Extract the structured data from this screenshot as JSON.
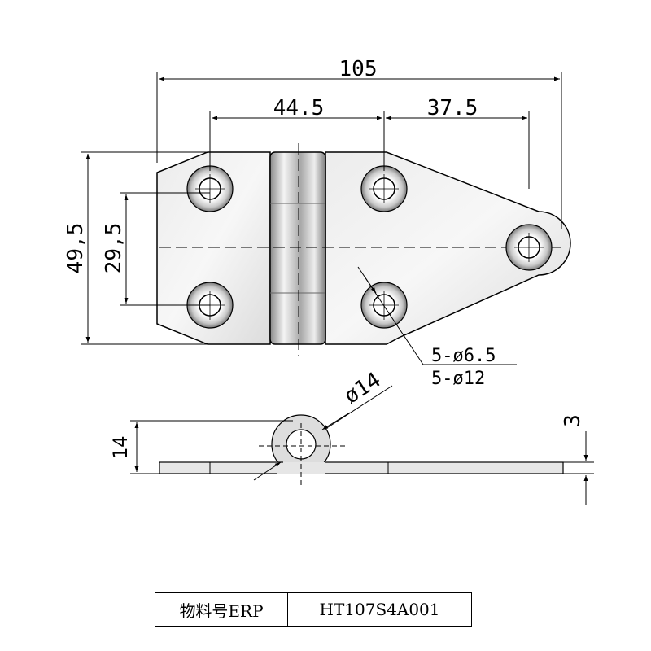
{
  "dimensions": {
    "overall_length": "105",
    "hole_spacing_left": "44.5",
    "hole_spacing_right": "37.5",
    "overall_height": "49,5",
    "hole_height": "29,5",
    "hole_callout_small": "5-ø6.5",
    "hole_callout_large": "5-ø12",
    "knuckle_diameter": "ø14",
    "knuckle_height": "14",
    "plate_thickness": "3"
  },
  "erp": {
    "label": "物料号ERP",
    "code": "HT107S4A001"
  }
}
